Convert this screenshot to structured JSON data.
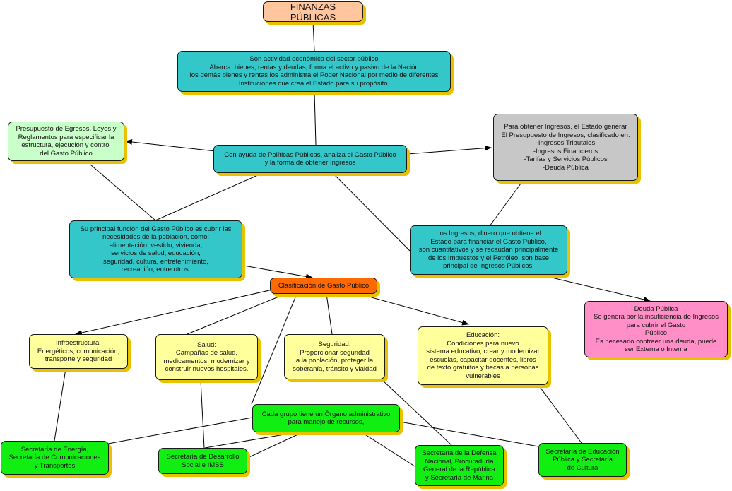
{
  "nodes": {
    "root": "FINANZAS PÚBLICAS",
    "abarca": "Son actividad económica del sector público\nAbarca: bienes, rentas y deudas; forma el activo y pasivo de la Nación\nlos demás bienes y rentas los administra el Poder Nacional por medio de diferentes\nInstituciones que crea el Estado para su propósito.",
    "politicas": "Con ayuda de Políticas Públicas, analiza el Gasto Público\ny la forma de obtener Ingresos",
    "presupuesto_egresos": "Presupuesto de Egresos, Leyes y\nReglamentos para especificar la\nestructura, ejecución y control\ndel Gasto Público",
    "presupuesto_ingresos": "Para obtener Ingresos, el Estado generar\nEl Presupuesto de Ingresos, clasificado en:\n-Ingresos Tributaios\n-Ingresos Financieros\n-Tarifas y Servicios Públicos\n-Deuda Pública",
    "funcion_gasto": "Su principal función del Gasto Público es cubrir las\nnecesidades de la población, como:\nalimentación, vestido, vivienda,\nservicios de salud, educación,\nseguridad, cultura, entretenimiento,\nrecreación, entre otros.",
    "ingresos": "Los Ingresos, dinero que obtiene el\nEstado para financiar el Gasto Público,\nson cuantitativos y se recaudan principalmente\nde los Impuestos y el Petróleo, son base\nprincipal de Ingresos Públicos.",
    "clasificacion": "Clasificación de Gasto Público",
    "deuda": "Deuda Pública\nSe genera por la insuficiencia de Ingresos\npara cubrir el Gasto\nPúblico\nEs necesario contraer una deuda, puede\nser Externa o Interna",
    "infraestructura": "Infraestructura:\nEnergéticos, comunicación,\ntransporte y seguridad",
    "salud": "Salud:\nCampañas de salud,\nmedicamentos, modernizar y\nconstruir nuevos hospitales.",
    "seguridad": "Seguridad:\nProporcionar seguridad\na la población, proteger la\nsoberanía, tránsito y vialdad",
    "educacion": "Educación:\nCondiciones para nuevo\nsistema educativo, crear y modernizar\nescuelas, capacitar docentes, libros\nde texto gratuitos y becas a personas\nvulnerables",
    "organo": "Cada grupo tiene un Órgano administrativo\npara manejo de recursos,",
    "sec_energia": "Secretaría de Energía,\nSecretaría de Comunicaciones\ny Transportes",
    "sec_desarrollo": "Secretaría de Desarrollo\nSocial e IMSS",
    "sec_defensa": "Secretaría de la Defensa\nNacional, Procuraduría\nGeneral de la República\ny Secretaría de Marina",
    "sec_educacion": "Secretaría de Educación\nPública y Secretaría\nde Cultura"
  },
  "colors": {
    "teal": "#33c7c9",
    "light_green": "#c9ffc9",
    "gray": "#c7c7c7",
    "peach": "#ffc59c",
    "orange": "#ff6a00",
    "yellow": "#ffff9c",
    "pink": "#ff8fc6",
    "green": "#11ee11",
    "shadow": "#e8c200"
  }
}
